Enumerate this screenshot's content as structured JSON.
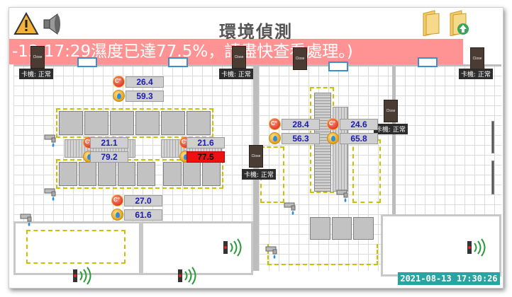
{
  "header": {
    "title": "環境偵測",
    "marquee_text": "-13 17:29濕度已達77.5%，請盡快查看處理。)"
  },
  "icons": {
    "alarm": "warning-triangle-icon",
    "sound": "speaker-icon",
    "folder": "folder-icon",
    "folder_upload": "folder-upload-icon"
  },
  "readers": {
    "close_label": "Close",
    "status_label": "卡機: 正常"
  },
  "sensors": [
    {
      "temp": "26.4",
      "humidity": "59.3",
      "humidity_alarm": false
    },
    {
      "temp": "21.1",
      "humidity": "79.2",
      "humidity_alarm": false
    },
    {
      "temp": "21.6",
      "humidity": "77.5",
      "humidity_alarm": true
    },
    {
      "temp": "27.0",
      "humidity": "61.6",
      "humidity_alarm": false
    },
    {
      "temp": "28.4",
      "humidity": "56.3",
      "humidity_alarm": false
    },
    {
      "temp": "24.6",
      "humidity": "65.8",
      "humidity_alarm": false
    }
  ],
  "status_bar": {
    "datetime": "2021-08-13 17:30:26"
  },
  "colors": {
    "alarm_red": "#ee1111",
    "marquee_bg": "#ff7373",
    "clock_bg": "#2aa3a3",
    "value_text": "#1a1ab5",
    "dashed_zone": "#c9c200"
  }
}
